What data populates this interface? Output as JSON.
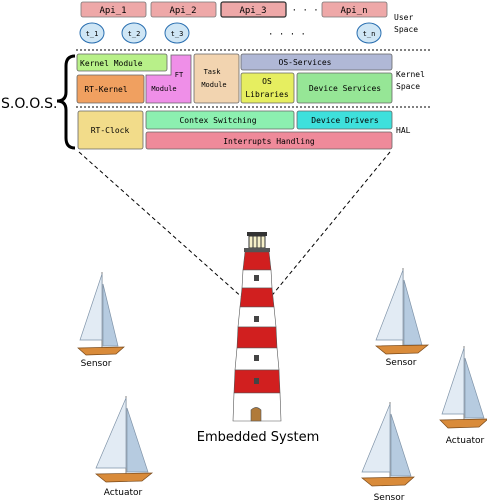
{
  "apis": [
    "Api_1",
    "Api_2",
    "Api_3",
    "Api_n"
  ],
  "api_ellipsis": "· · · · ·",
  "threads": [
    "t_1",
    "t_2",
    "t_3",
    "t_n"
  ],
  "thread_ellipsis": "· · · ·",
  "layers": {
    "user_space": [
      "User",
      "Space"
    ],
    "kernel_space": [
      "Kernel",
      "Space"
    ],
    "hal": "HAL"
  },
  "soos_label": "S.O.O.S.",
  "modules": {
    "kernel_module": "Kernel Module",
    "ft_module": [
      "FT",
      "Module"
    ],
    "task_module": [
      "Task",
      "Module"
    ],
    "os_services": "OS-Services",
    "rt_kernel": "RT-Kernel",
    "os_libraries": [
      "OS",
      "Libraries"
    ],
    "device_services": "Device Services",
    "rt_clock": "RT-Clock",
    "contex_switching": "Contex Switching",
    "device_drivers": "Device Drivers",
    "interrupts_handling": "Interrupts Handling"
  },
  "center_label": "Embedded System",
  "boats": [
    "Sensor",
    "Sensor",
    "Actuator",
    "Actuator",
    "Sensor"
  ],
  "colors": {
    "api": "#eea8a8",
    "thread": "#cfe6f5",
    "kernel_module": "#b8f089",
    "ft_module": "#ef8fe8",
    "task_module": "#f2d4b0",
    "os_services": "#b0b8d6",
    "rt_kernel": "#f0a060",
    "os_libraries": "#e6ee60",
    "device_services": "#96e696",
    "rt_clock": "#f2dc8a",
    "contex_switching": "#8cf0b0",
    "device_drivers": "#3ee0dc",
    "interrupts_handling": "#ef8a9a"
  }
}
